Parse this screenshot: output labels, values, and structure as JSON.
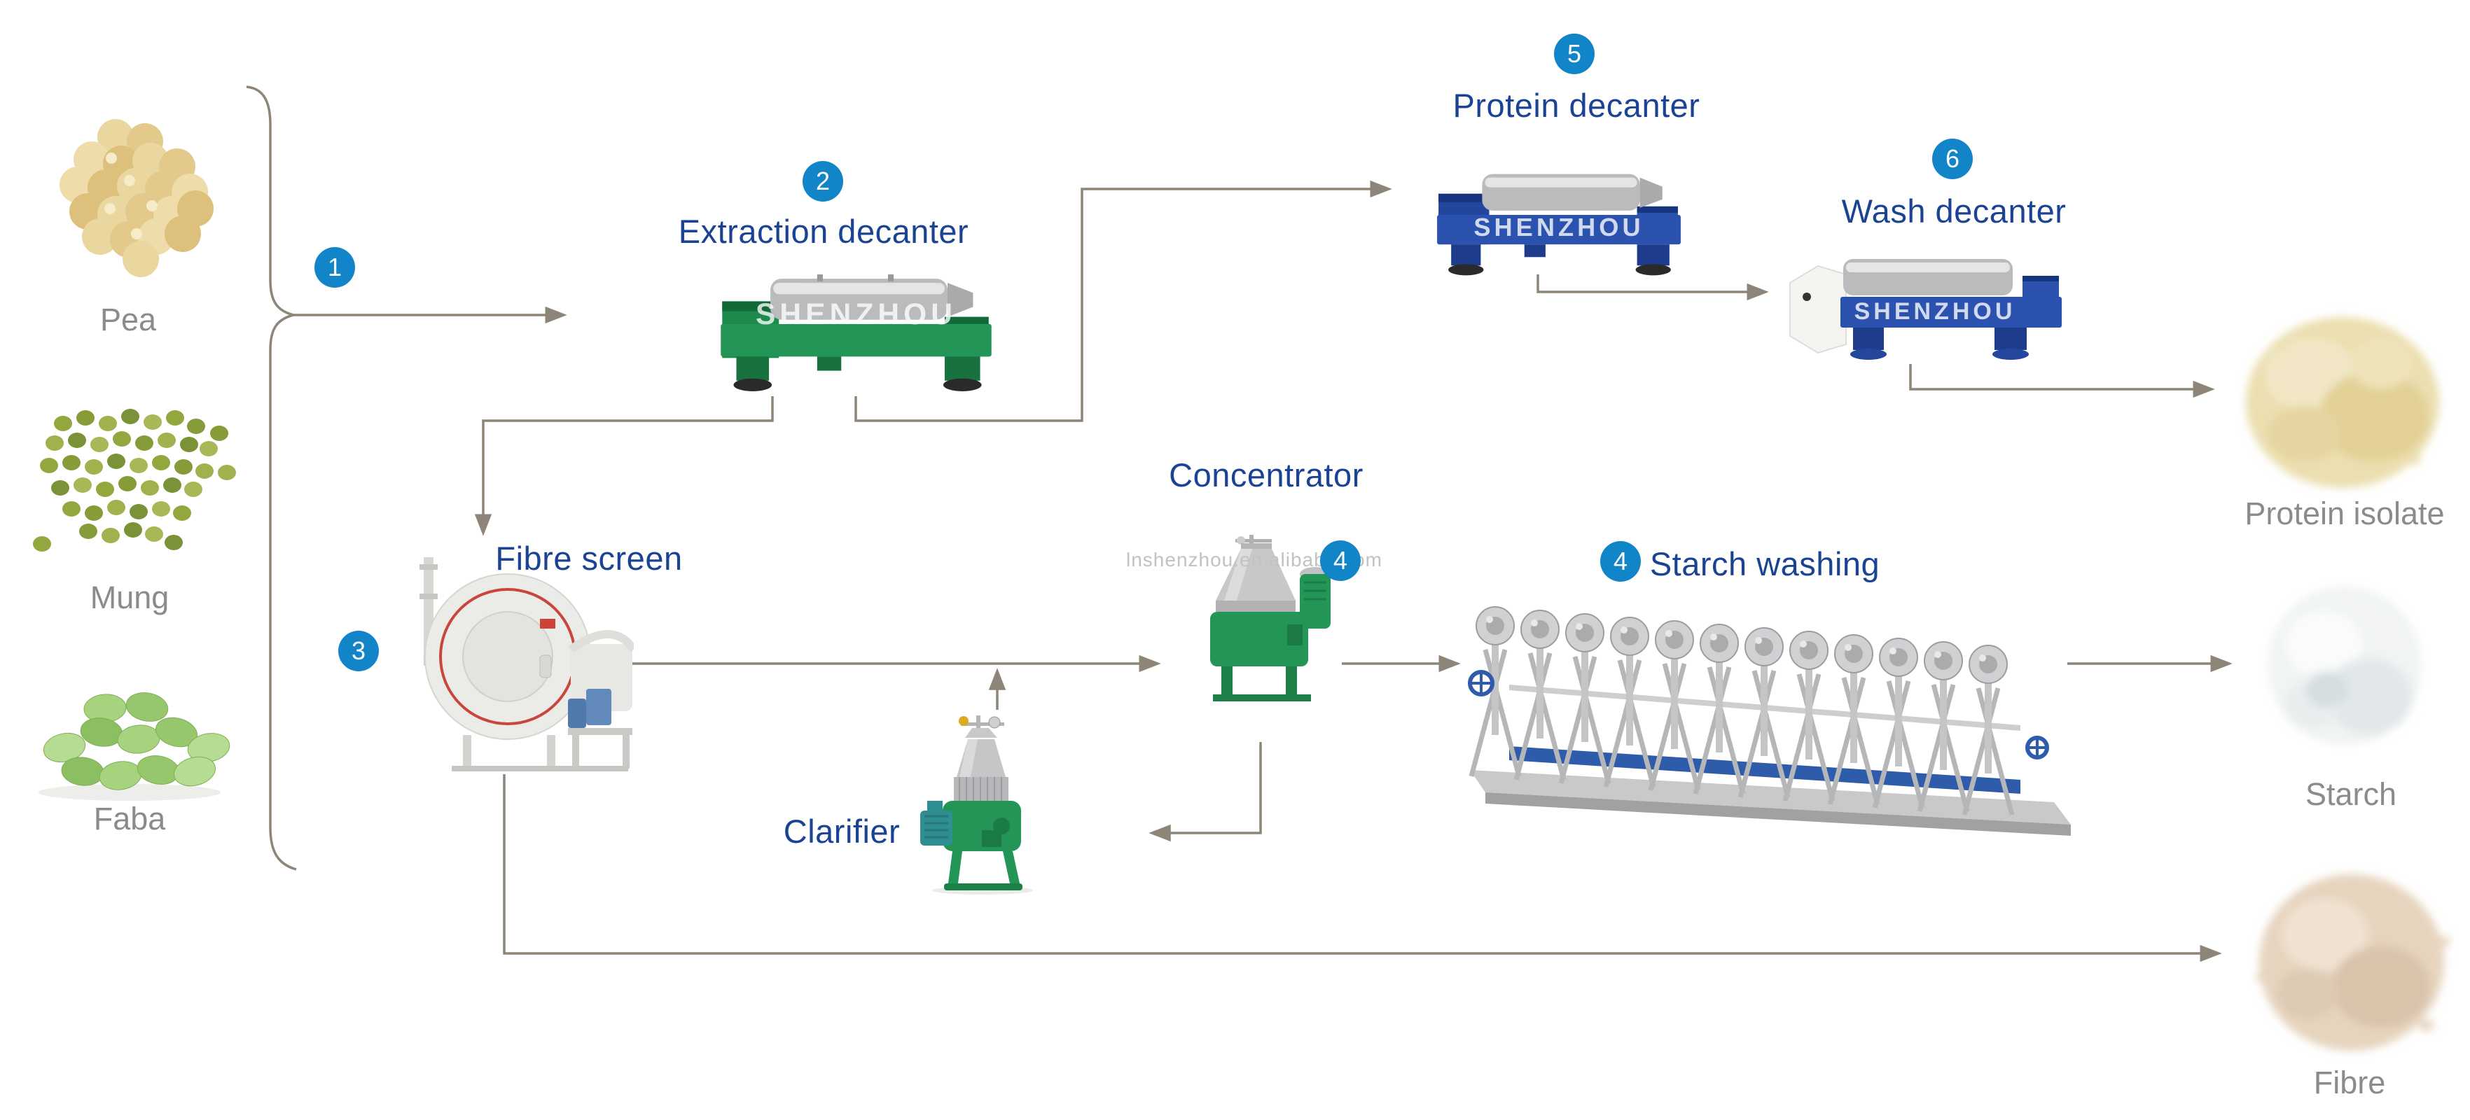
{
  "palette": {
    "label_blue": "#1b4394",
    "badge_blue": "#1285c8",
    "product_gray": "#8b8b8b",
    "line_gray": "#8e8579",
    "watermark_gray": "#c2c2c2",
    "machine_green": "#239557",
    "machine_blue": "#2a52ae"
  },
  "inputs": {
    "pea": {
      "label": "Pea"
    },
    "mung": {
      "label": "Mung"
    },
    "faba": {
      "label": "Faba"
    }
  },
  "badges": {
    "feed": "1",
    "extraction": "2",
    "fibre_screen": "3",
    "concentrator": "4",
    "starch_washing": "4",
    "protein_decanter": "5",
    "wash_decanter": "6"
  },
  "equipment": {
    "extraction_decanter": {
      "label": "Extraction decanter"
    },
    "fibre_screen": {
      "label": "Fibre screen"
    },
    "clarifier": {
      "label": "Clarifier"
    },
    "concentrator": {
      "label": "Concentrator"
    },
    "starch_washing": {
      "label": "Starch washing"
    },
    "protein_decanter": {
      "label": "Protein decanter"
    },
    "wash_decanter": {
      "label": "Wash decanter"
    }
  },
  "outputs": {
    "protein_isolate": {
      "label": "Protein isolate"
    },
    "starch": {
      "label": "Starch"
    },
    "fibre": {
      "label": "Fibre"
    }
  },
  "watermarks": {
    "site": "lnshenzhou.en.alibaba.com",
    "brand": "SHENZHOU"
  },
  "flow_edges": [
    {
      "from": "Pea / Mung / Faba",
      "to": "Extraction decanter"
    },
    {
      "from": "Extraction decanter",
      "to": "Fibre screen"
    },
    {
      "from": "Extraction decanter",
      "to": "Protein decanter"
    },
    {
      "from": "Protein decanter",
      "to": "Wash decanter"
    },
    {
      "from": "Wash decanter",
      "to": "Protein isolate"
    },
    {
      "from": "Fibre screen",
      "to": "Concentrator"
    },
    {
      "from": "Clarifier",
      "to": "Concentrator feed line"
    },
    {
      "from": "Concentrator",
      "to": "Clarifier"
    },
    {
      "from": "Concentrator",
      "to": "Starch washing"
    },
    {
      "from": "Starch washing",
      "to": "Starch"
    },
    {
      "from": "Fibre screen",
      "to": "Fibre"
    }
  ]
}
